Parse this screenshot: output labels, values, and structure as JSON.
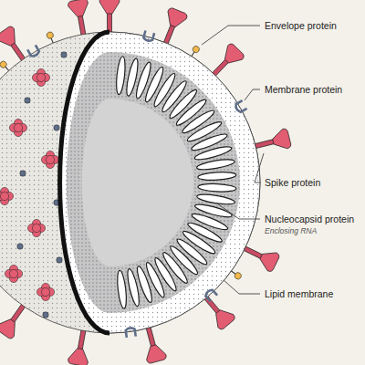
{
  "diagram": {
    "labels": [
      "Envelope protein",
      "Membrane protein",
      "Spike protein",
      "Nucleocapsid protein",
      "Enclosing RNA",
      "Lipid membrane"
    ]
  }
}
